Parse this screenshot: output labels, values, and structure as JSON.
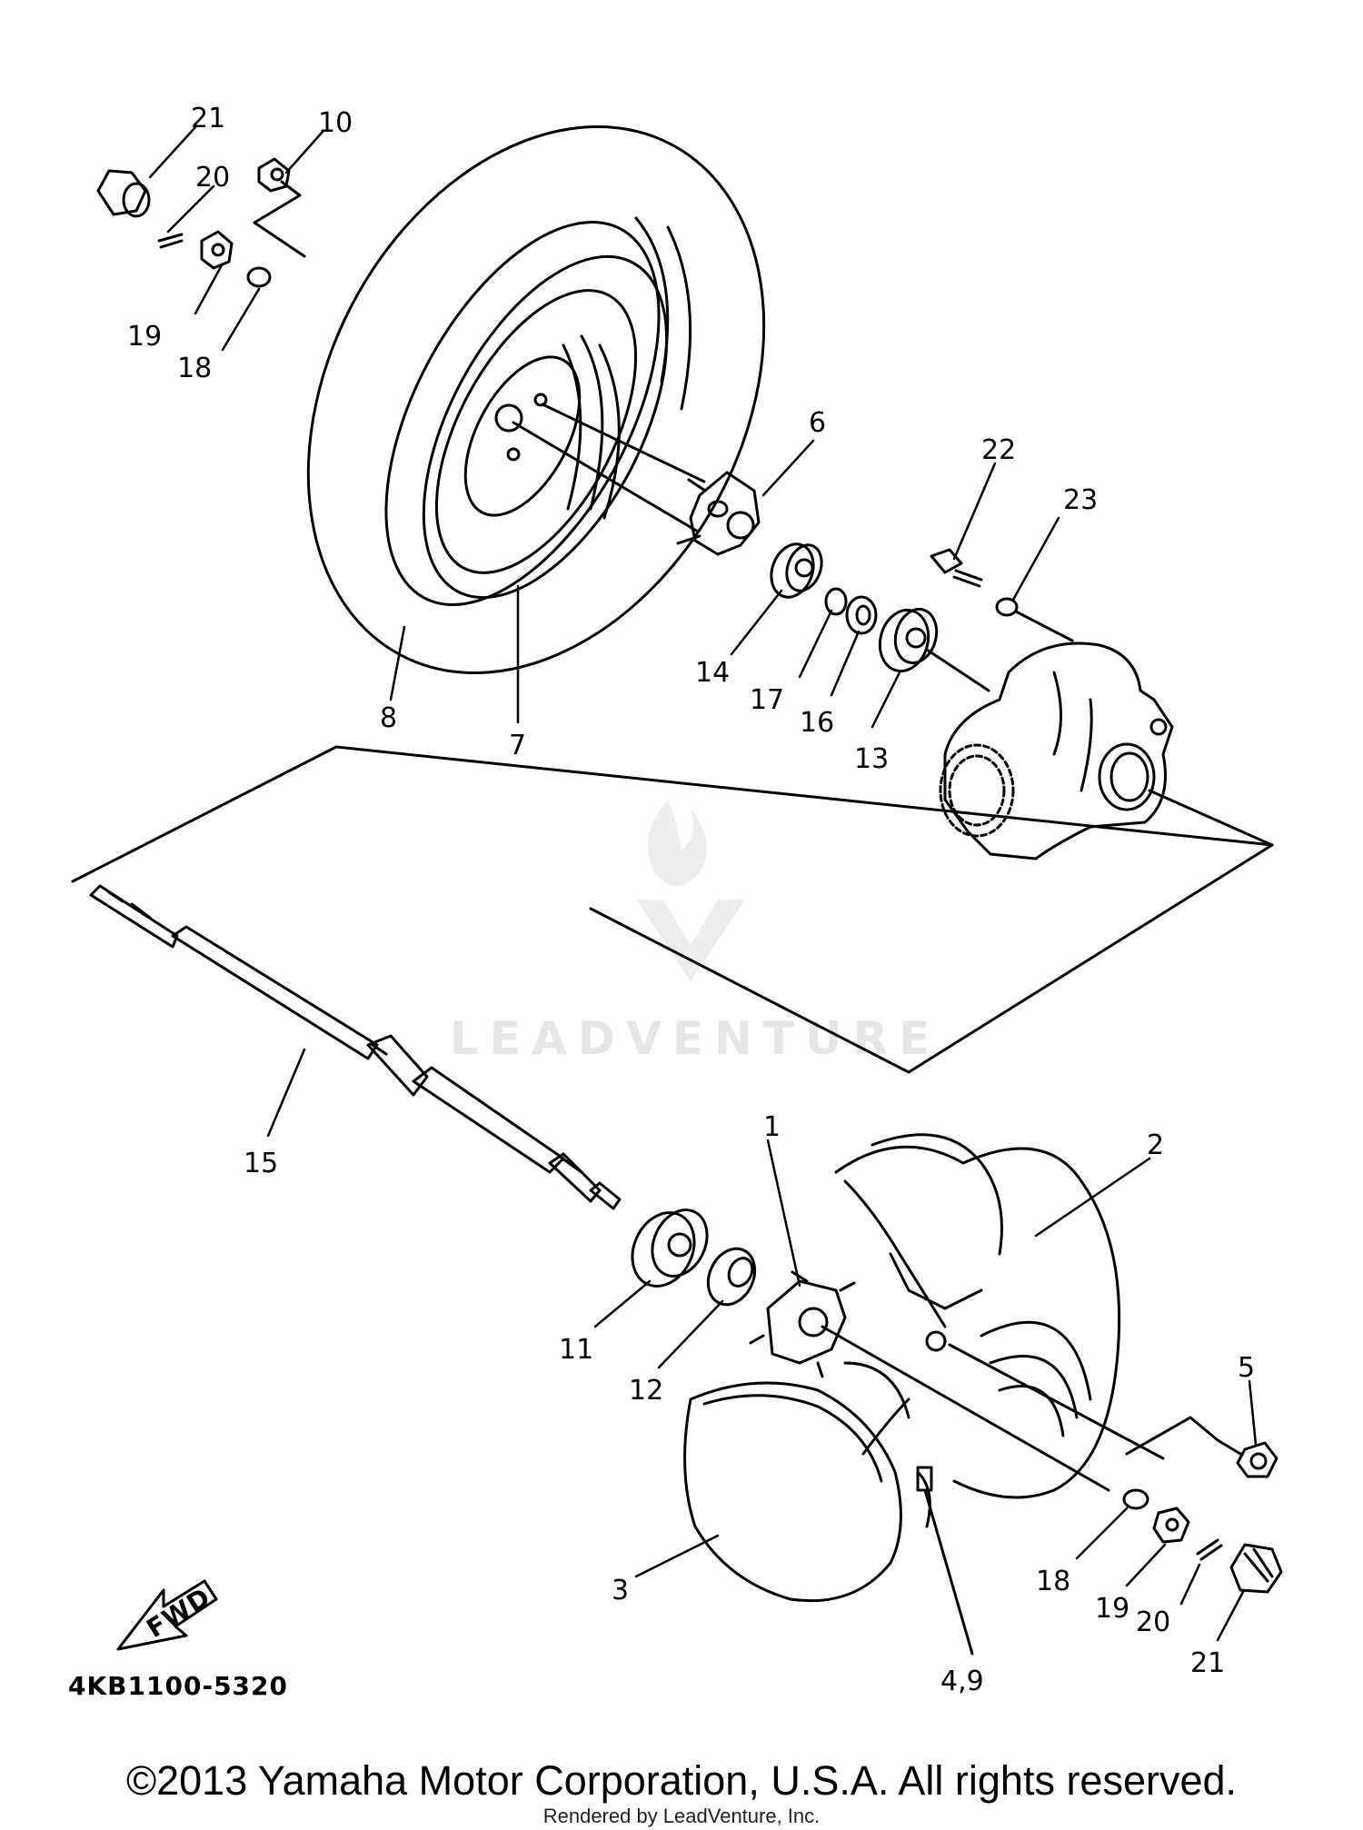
{
  "diagram": {
    "part_code": "4KB1100-5320",
    "fwd_label": "FWD",
    "watermark": "LEADVENTURE",
    "callouts": {
      "c21_top": "21",
      "c10": "10",
      "c20_top": "20",
      "c19_top": "19",
      "c18_top": "18",
      "c6": "6",
      "c22": "22",
      "c23": "23",
      "c14": "14",
      "c17": "17",
      "c16": "16",
      "c13": "13",
      "c8": "8",
      "c7": "7",
      "c15": "15",
      "c1": "1",
      "c2": "2",
      "c11": "11",
      "c12": "12",
      "c5": "5",
      "c3": "3",
      "c18_bot": "18",
      "c19_bot": "19",
      "c20_bot": "20",
      "c21_bot": "21",
      "c4_9": "4,9"
    }
  },
  "footer": {
    "copyright": "©2013 Yamaha Motor Corporation, U.S.A. All rights reserved.",
    "rendered_by": "Rendered by LeadVenture, Inc."
  }
}
